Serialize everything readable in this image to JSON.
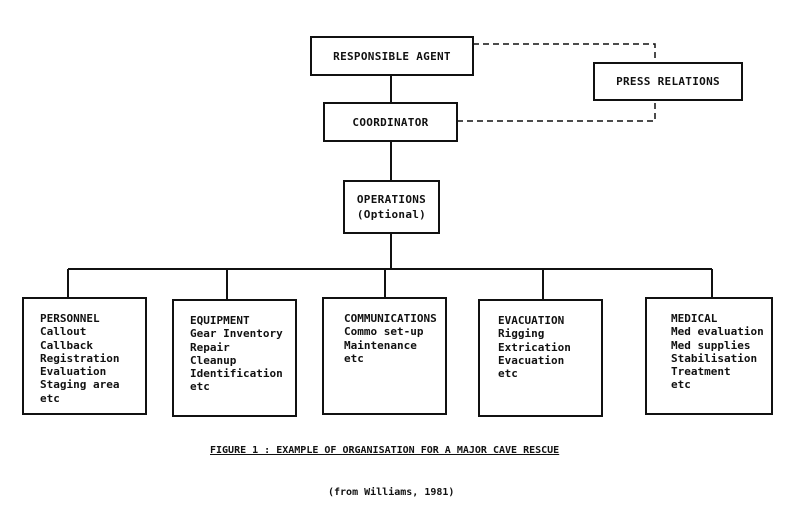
{
  "nodes": {
    "responsible_agent": "RESPONSIBLE AGENT",
    "press_relations": "PRESS RELATIONS",
    "coordinator": "COORDINATOR",
    "operations_line1": "OPERATIONS",
    "operations_line2": "(Optional)"
  },
  "functions": [
    {
      "title": "PERSONNEL",
      "items": [
        "Callout",
        "Callback",
        "Registration",
        "Evaluation",
        "Staging area",
        "etc"
      ]
    },
    {
      "title": "EQUIPMENT",
      "items": [
        "Gear Inventory",
        "Repair",
        "Cleanup",
        "Identification",
        "etc"
      ]
    },
    {
      "title": "COMMUNICATIONS",
      "items": [
        "Commo set-up",
        "Maintenance",
        "etc"
      ]
    },
    {
      "title": "EVACUATION",
      "items": [
        "Rigging",
        "Extrication",
        "Evacuation",
        "etc"
      ]
    },
    {
      "title": "MEDICAL",
      "items": [
        "Med evaluation",
        "Med supplies",
        "Stabilisation",
        "Treatment",
        "etc"
      ]
    }
  ],
  "caption": {
    "figure": "FIGURE 1 : EXAMPLE OF ORGANISATION FOR A MAJOR CAVE RESCUE",
    "source": "(from Williams, 1981)"
  }
}
